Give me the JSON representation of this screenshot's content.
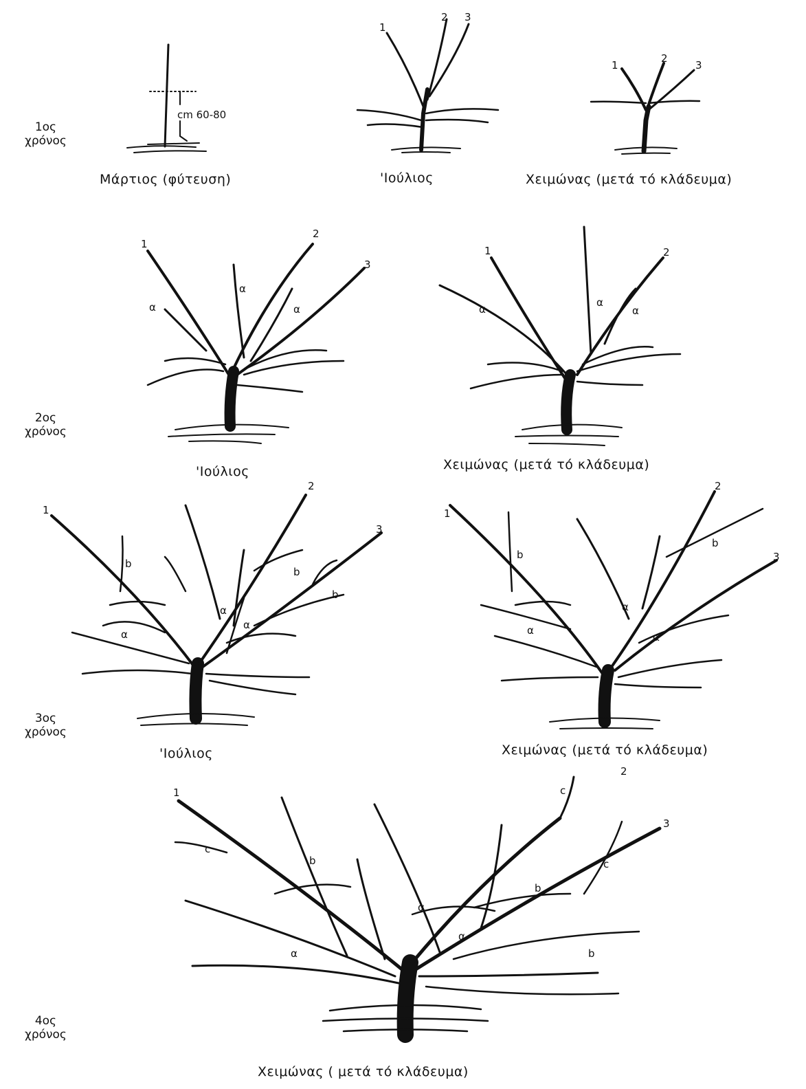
{
  "years": [
    {
      "line1": "1ος",
      "line2": "χρόνος"
    },
    {
      "line1": "2ος",
      "line2": "χρόνος"
    },
    {
      "line1": "3ος",
      "line2": "χρόνος"
    },
    {
      "line1": "4ος",
      "line2": "χρόνος"
    }
  ],
  "captions": {
    "y1_march": "Μάρτιος (φύτευση)",
    "y1_july": "'Ιούλιος",
    "y1_winter": "Χειμώνας (μετά τό κλάδευμα)",
    "y2_july": "'Ιούλιος",
    "y2_winter": "Χειμώνας (μετά τό κλάδευμα)",
    "y3_july": "'Ιούλιος",
    "y3_winter": "Χειμώνας (μετά τό κλάδευμα)",
    "y4_winter": "Χειμώνας ( μετά τό κλάδευμα)"
  },
  "height_label": "cm 60-80",
  "branch_numbers": [
    "1",
    "2",
    "3"
  ],
  "branch_letters": {
    "a": "α",
    "b": "b",
    "c": "c"
  }
}
